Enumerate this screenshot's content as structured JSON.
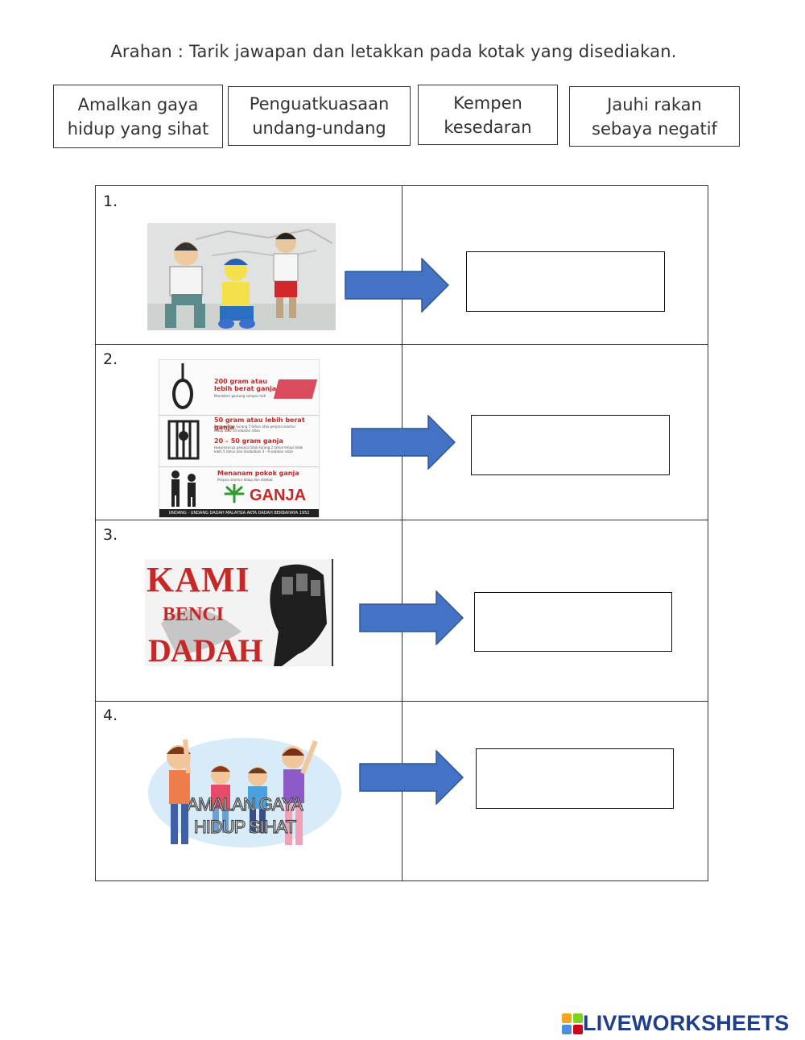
{
  "instruction": "Arahan : Tarik jawapan dan letakkan pada kotak yang disediakan.",
  "choices": [
    {
      "line1": "Amalkan gaya",
      "line2": "hidup yang sihat"
    },
    {
      "line1": "Penguatkuasaan",
      "line2": "undang-undang"
    },
    {
      "line1": "Kempen",
      "line2": "kesedaran"
    },
    {
      "line1": "Jauhi rakan",
      "line2": "sebaya negatif"
    }
  ],
  "rows": [
    {
      "number": "1."
    },
    {
      "number": "2.",
      "poster": {
        "items": [
          {
            "title": "200 gram atau lebih berat ganja",
            "desc": "Mandatori gantung sampai mati"
          },
          {
            "title": "50 gram atau lebih berat ganja",
            "desc": "Penjara tidak kurang 5 tahun atau penjara seumur hidup atau 10 sebatan rotan"
          },
          {
            "title": "20 – 50 gram ganja",
            "desc": "Hukumannya penjara tidak kurang 2 tahun tetapi tidak lebih 5 tahun dan disebatkan 3 - 9 sebatan rotan"
          },
          {
            "title": "Menanam pokok ganja",
            "desc": "Penjara seumur hidup dan disebat"
          }
        ],
        "ganja": "GANJA",
        "footer": "UNDANG - UNDANG DADAH MALAYSIA AKTA DADAH BERBAHAYA 1952"
      }
    },
    {
      "number": "3.",
      "poster": {
        "line1": "KAMI",
        "line2": "BENCI",
        "line3": "DADAH"
      }
    },
    {
      "number": "4.",
      "poster": {
        "line1": "AMALAN GAYA",
        "line2": "HIDUP SIHAT"
      }
    }
  ],
  "logo": {
    "text": "LIVEWORKSHEETS"
  },
  "colors": {
    "arrow": "#4472c4",
    "arrow_stroke": "#2f5597",
    "poster_red": "#c62828",
    "logo_blue": "#1f3e8c"
  }
}
